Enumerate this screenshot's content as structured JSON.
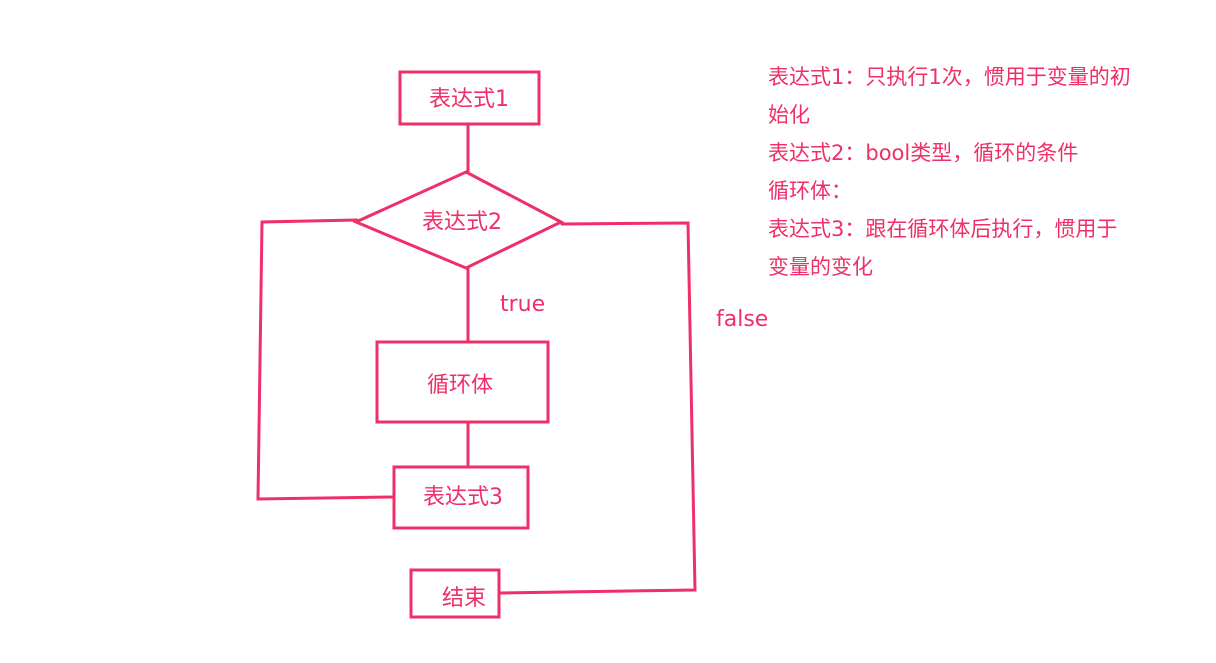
{
  "colors": {
    "ink": "#ee2f68",
    "background": "#ffffff"
  },
  "flowchart": {
    "expr1": "表达式1",
    "expr2": "表达式2",
    "body": "循环体",
    "expr3": "表达式3",
    "end": "结束",
    "true_label": "true",
    "false_label": "false"
  },
  "notes": [
    "表达式1：只执行1次，惯用于变量的初",
    "始化",
    "表达式2：bool类型，循环的条件",
    "循环体：",
    "表达式3：跟在循环体后执行，惯用于",
    "变量的变化"
  ]
}
